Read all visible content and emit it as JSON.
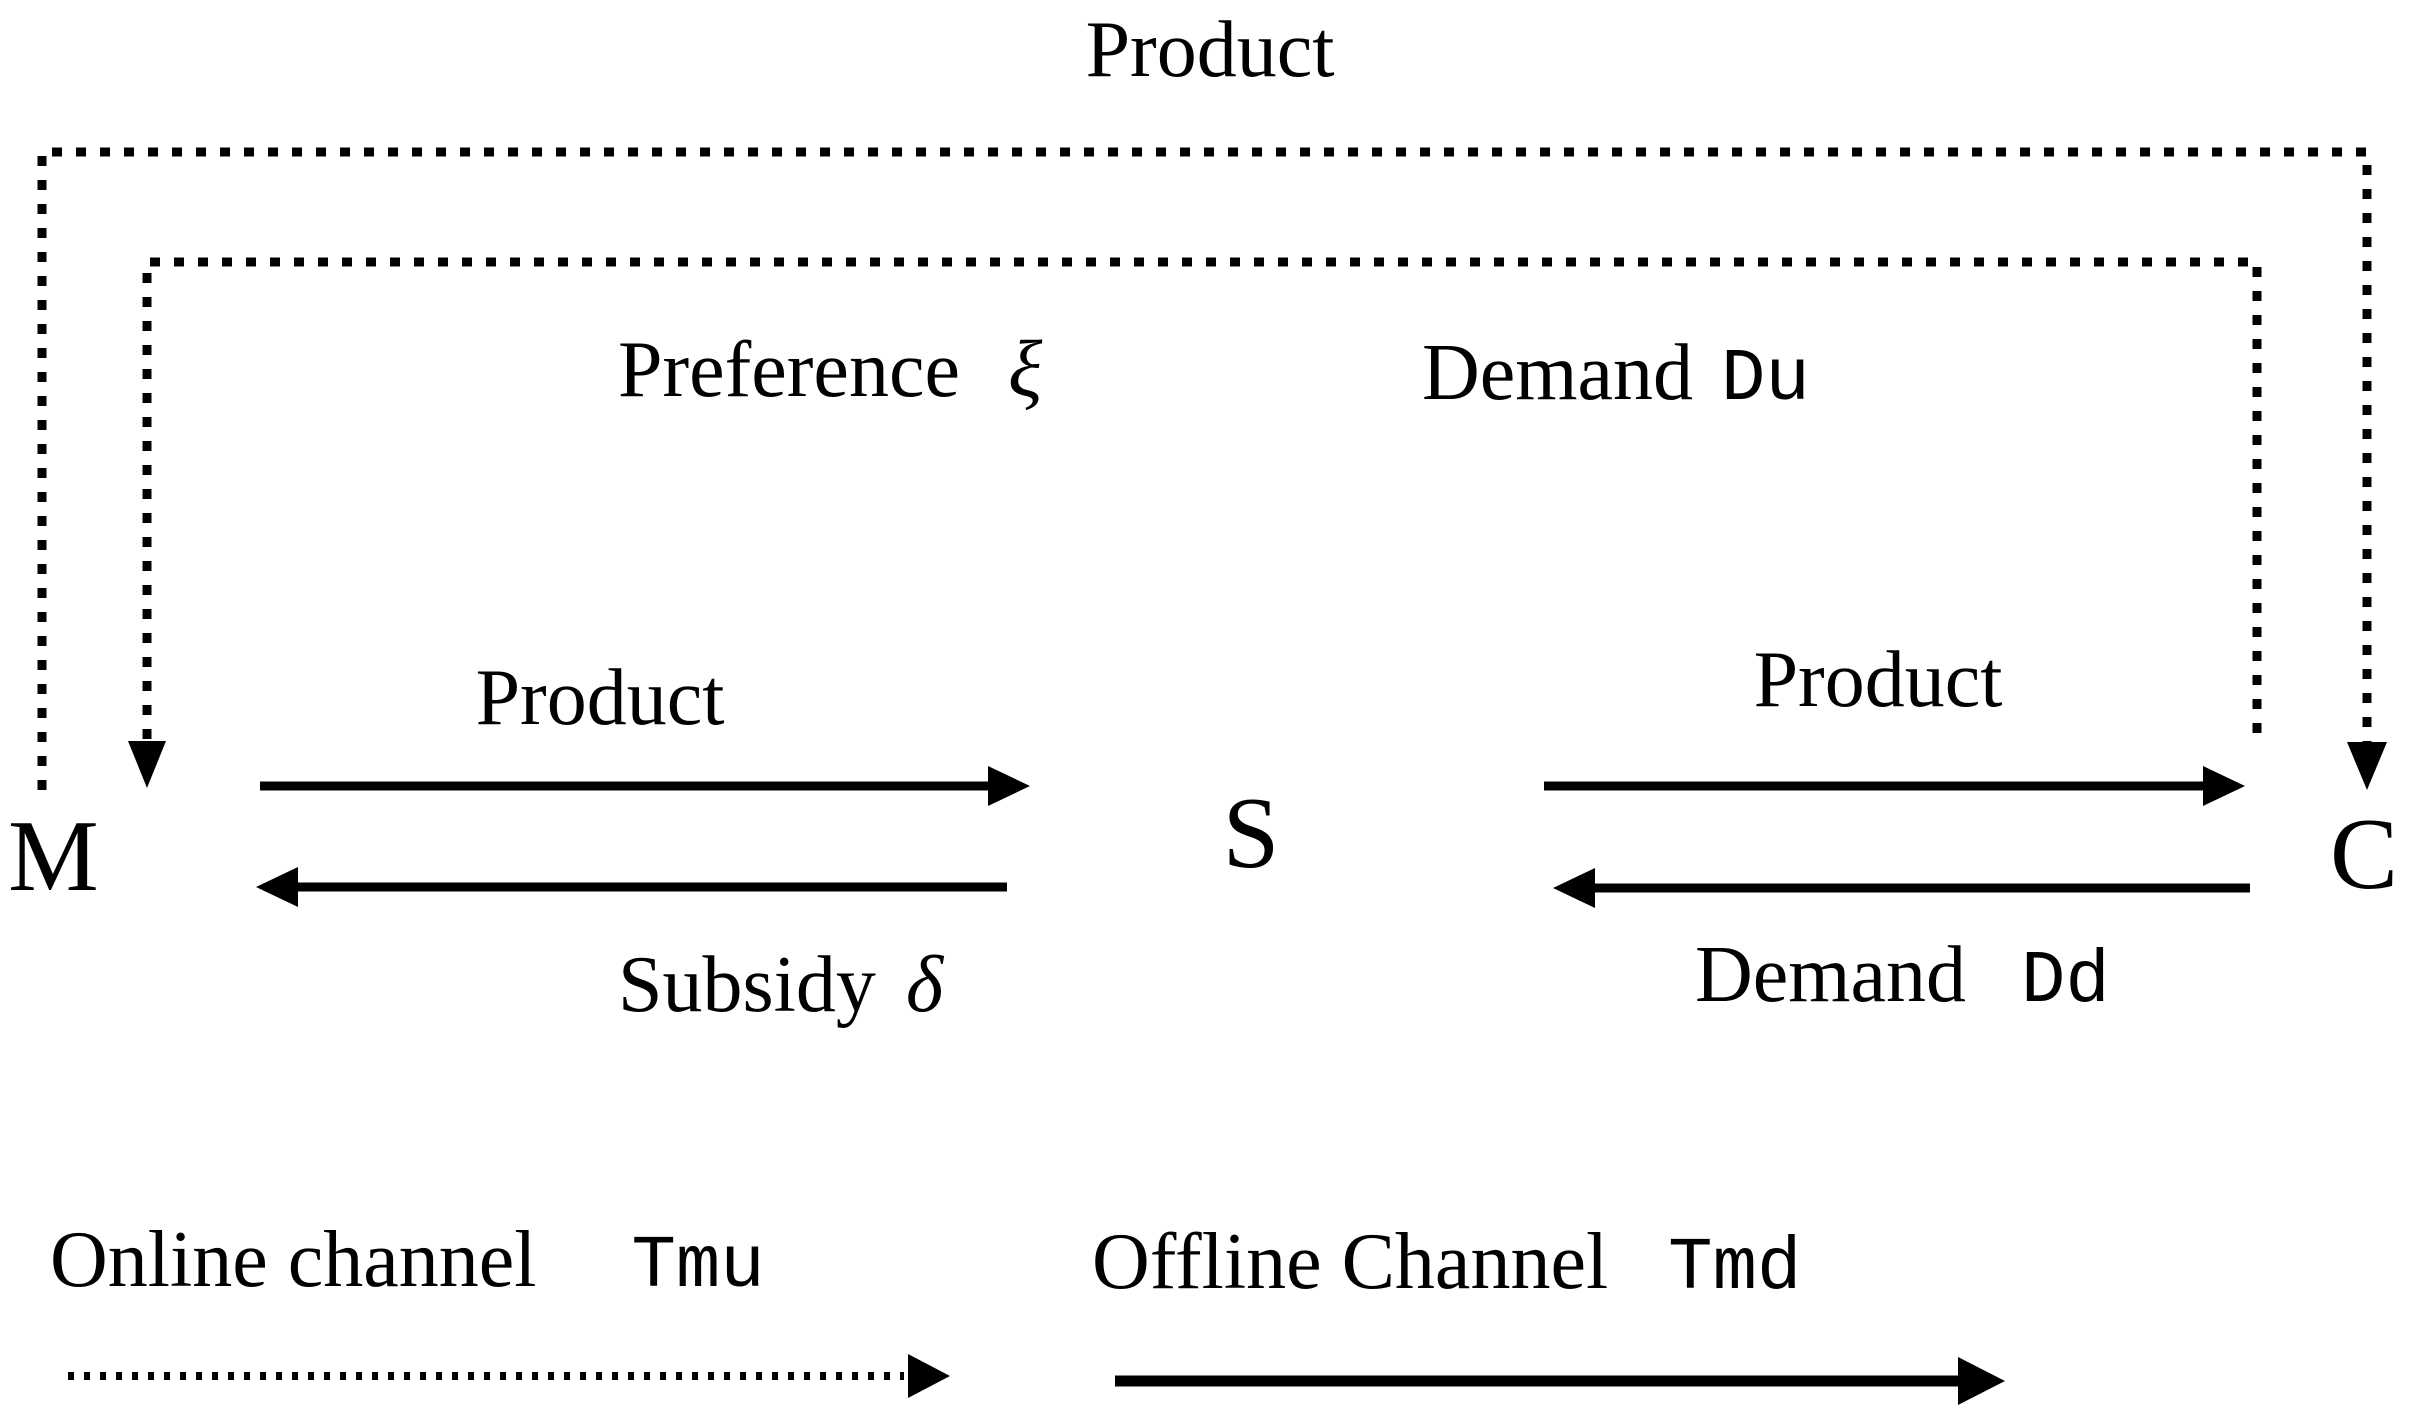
{
  "diagram": {
    "title_top": "Product",
    "nodes": {
      "manufacturer": "M",
      "supplier": "S",
      "consumer": "C"
    },
    "flows": {
      "preference": {
        "label": "Preference",
        "symbol": "ξ"
      },
      "demand_online": {
        "label": "Demand",
        "symbol": "Du"
      },
      "product_left": "Product",
      "product_right": "Product",
      "subsidy": {
        "label": "Subsidy",
        "symbol": "δ"
      },
      "demand_offline": {
        "label": "Demand",
        "symbol": "Dd"
      }
    },
    "legend": {
      "online": {
        "label": "Online channel",
        "symbol": "Tmu"
      },
      "offline": {
        "label": "Offline Channel",
        "symbol": "Tmd"
      }
    },
    "colors": {
      "ink": "#000000",
      "background": "#ffffff"
    }
  }
}
